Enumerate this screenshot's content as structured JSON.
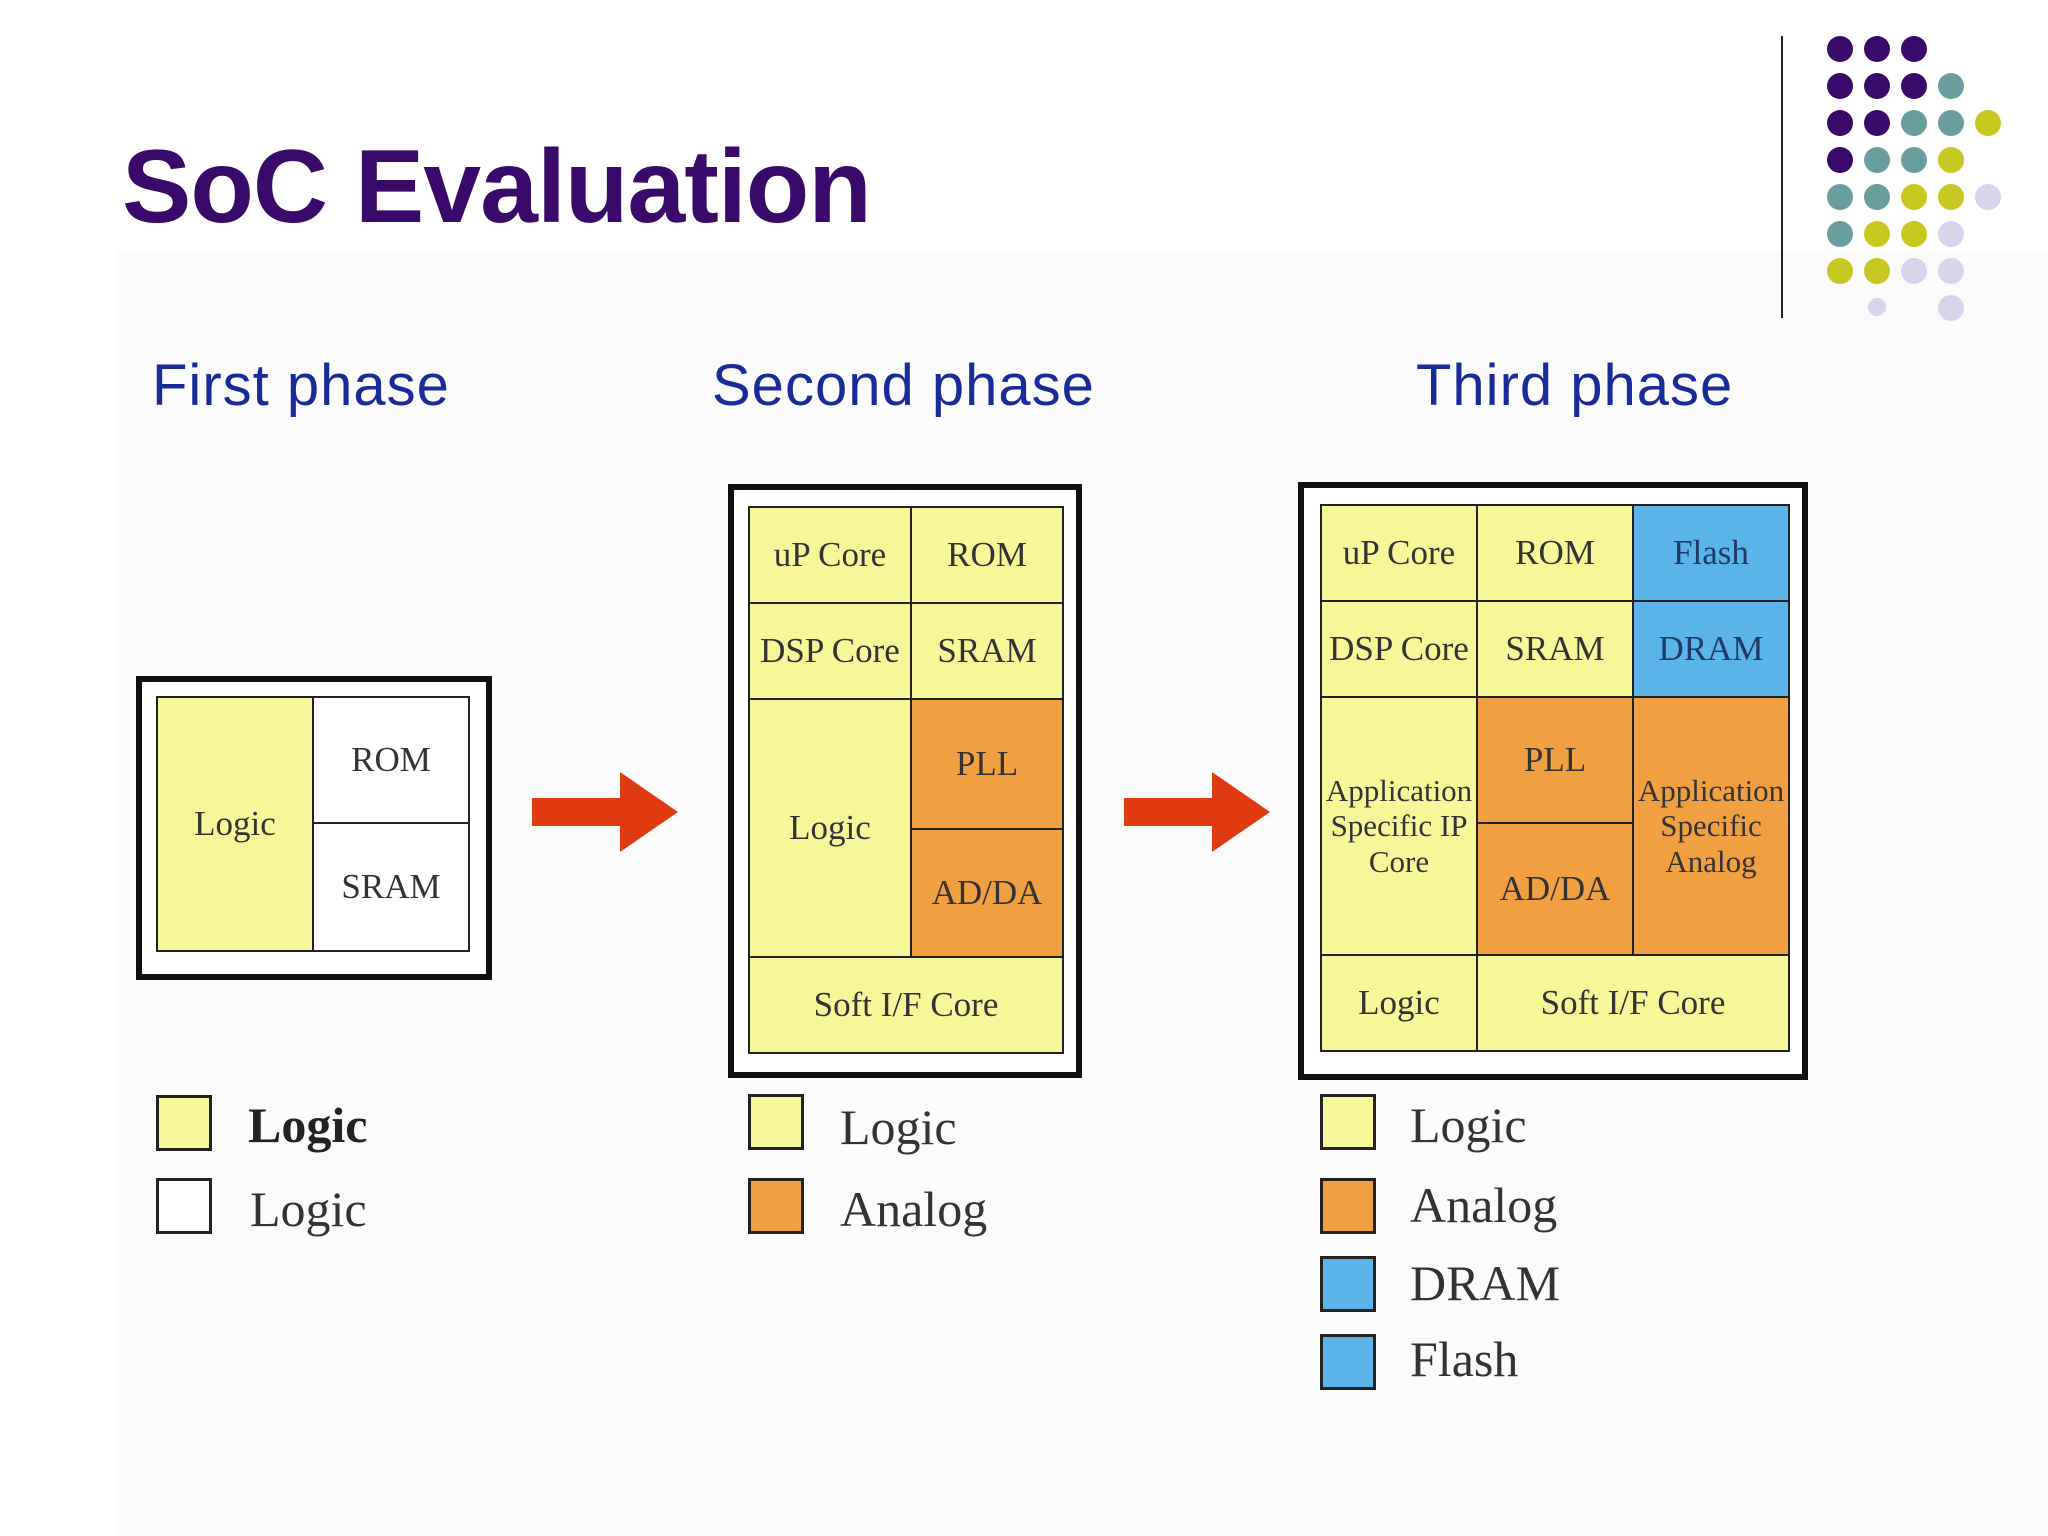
{
  "slide": {
    "title": "SoC Evaluation"
  },
  "colors": {
    "logic": "#f7f79a",
    "sram_rom": "#ffffff",
    "analog": "#f0a040",
    "memory": "#5ab4e8",
    "title": "#3a0a6b",
    "phase": "#1a2a9a",
    "arrow": "#e03a10"
  },
  "phases": {
    "first": {
      "label": "First phase",
      "blocks": {
        "logic": "Logic",
        "rom": "ROM",
        "sram": "SRAM"
      },
      "legend": [
        "Logic",
        "Logic"
      ]
    },
    "second": {
      "label": "Second phase",
      "blocks": {
        "up": "uP Core",
        "rom": "ROM",
        "dsp": "DSP Core",
        "sram": "SRAM",
        "logic": "Logic",
        "pll": "PLL",
        "adda": "AD/DA",
        "soft": "Soft I/F Core"
      },
      "legend": [
        "Logic",
        "Analog"
      ]
    },
    "third": {
      "label": "Third phase",
      "blocks": {
        "up": "uP Core",
        "rom": "ROM",
        "flash": "Flash",
        "dsp": "DSP Core",
        "sram": "SRAM",
        "dram": "DRAM",
        "appip": "Application Specific IP Core",
        "pll": "PLL",
        "adda": "AD/DA",
        "appan": "Application Specific Analog",
        "logic": "Logic",
        "soft": "Soft I/F Core"
      },
      "legend": [
        "Logic",
        "Analog",
        "DRAM",
        "Flash"
      ]
    }
  }
}
